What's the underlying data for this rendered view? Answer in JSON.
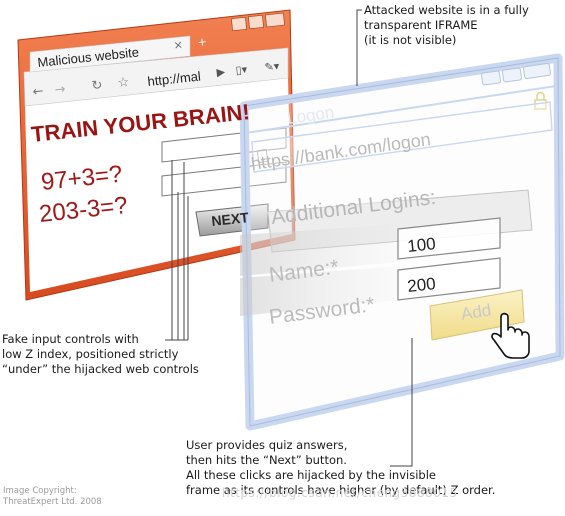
{
  "notes": {
    "iframe_note": "Attacked website is in a fully\ntransparent IFRAME\n(it is not visible)",
    "fake_controls_note": "Fake input controls with\nlow Z index, positioned strictly\n“under” the hijacked web controls",
    "user_note": "User provides quiz answers,\nthen hits the “Next” button.\nAll these clicks are hijacked by the invisible\nframe as its controls have higher (by default) Z order."
  },
  "copyright": "Image Copyright:\nThreatExpert Ltd. 2008",
  "watermark": "https://blog.csdn.net/cheng3888015",
  "malicious_window": {
    "tab_title": "Malicious website",
    "tab_close": "×",
    "tab_new": "+",
    "address": "http://mal",
    "heading": "TRAIN YOUR BRAIN!",
    "quiz_1": "97+3=?",
    "quiz_2": "203-3=?",
    "next_button": "NEXT"
  },
  "bank_window": {
    "title": "Logon",
    "address": "https://bank.com/logon",
    "section_label": "Additional Logins:",
    "name_label": "Name:*",
    "password_label": "Password:*",
    "name_value": "100",
    "password_value": "200",
    "add_button": "Add"
  },
  "colors": {
    "malicious_frame": "#e2582c",
    "malicious_heading": "#9b1414",
    "bank_frame": "#c9d7f0",
    "bank_text": "#bcbcbc",
    "add_button": "#f7e9a5"
  }
}
